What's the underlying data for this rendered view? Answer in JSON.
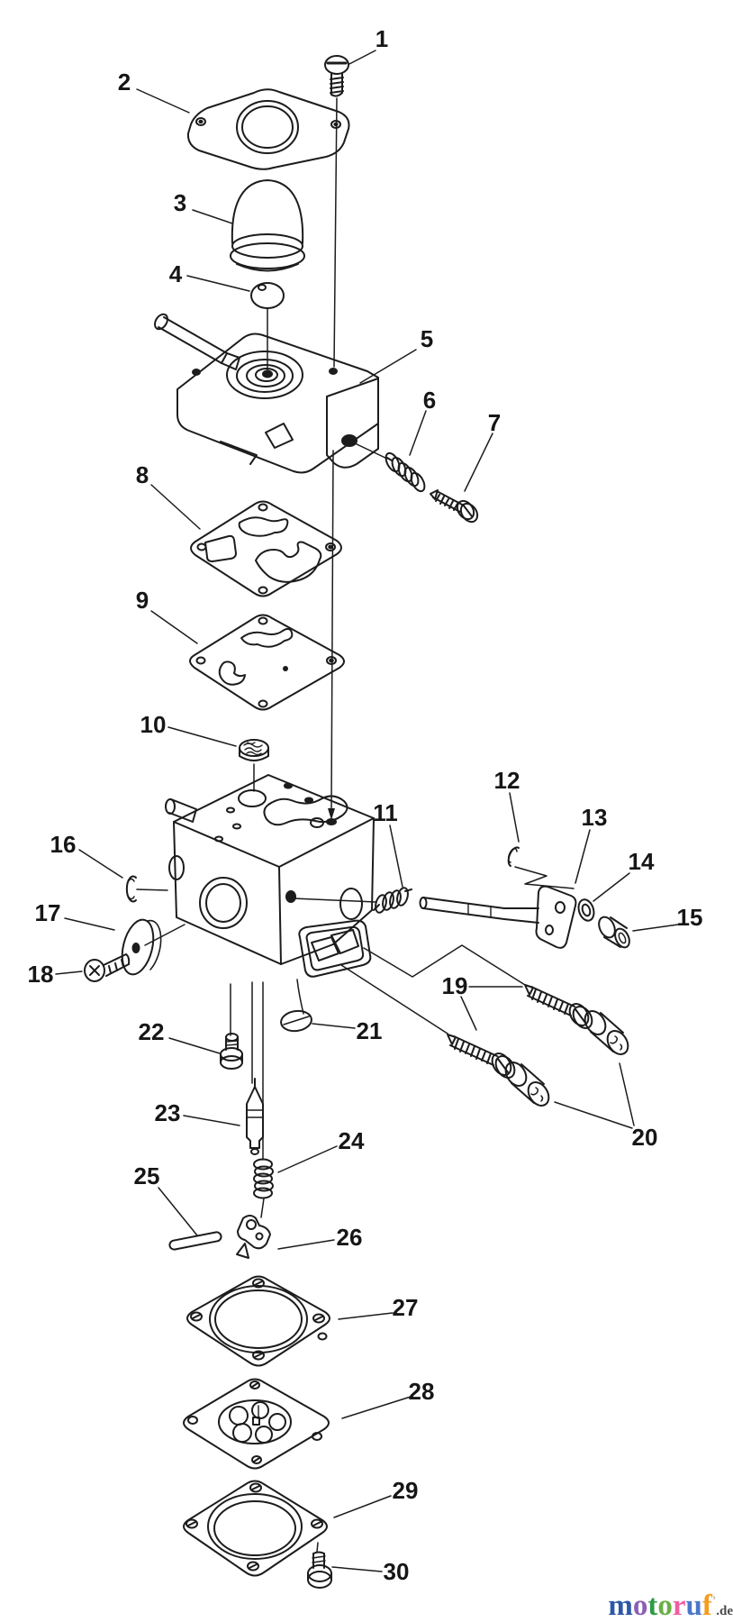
{
  "diagram": {
    "type": "exploded-parts-diagram",
    "part_labels": [
      "1",
      "2",
      "3",
      "4",
      "5",
      "6",
      "7",
      "8",
      "9",
      "10",
      "11",
      "12",
      "13",
      "14",
      "15",
      "16",
      "17",
      "18",
      "19",
      "20",
      "21",
      "22",
      "23",
      "24",
      "25",
      "26",
      "27",
      "28",
      "29",
      "30"
    ]
  },
  "watermark": {
    "letters": [
      {
        "char": "m",
        "color": "#2d58a8"
      },
      {
        "char": "o",
        "color": "#8a5fb5"
      },
      {
        "char": "t",
        "color": "#2f9a47"
      },
      {
        "char": "o",
        "color": "#68b043"
      },
      {
        "char": "r",
        "color": "#ee5fa2"
      },
      {
        "char": "u",
        "color": "#4a78c9"
      },
      {
        "char": "f",
        "color": "#f59d1f"
      }
    ],
    "tick": "’",
    "tick_color": "#b8b8b8",
    "suffix": ".de",
    "suffix_color": "#4a4a4a"
  }
}
